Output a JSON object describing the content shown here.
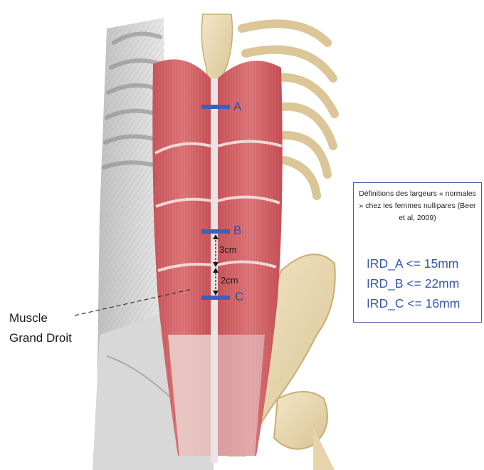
{
  "markers": {
    "a": "A",
    "b": "B",
    "c": "C"
  },
  "dimensions": {
    "upper": "3cm",
    "lower": "2cm"
  },
  "muscle_label": {
    "line1": "Muscle",
    "line2": "Grand Droit"
  },
  "definition_box": {
    "title": "Définitions des largeurs « normales » chez les femmes nullipares (Beer et al, 2009)",
    "rows": [
      "IRD_A <= 15mm",
      "IRD_B <= 22mm",
      "IRD_C <= 16mm"
    ]
  },
  "colors": {
    "muscle": "#d9666a",
    "muscle_dark": "#b84a4f",
    "bone": "#e8d8b4",
    "marker_blue": "#3f5fb8",
    "box_border": "#3d5aa8"
  }
}
